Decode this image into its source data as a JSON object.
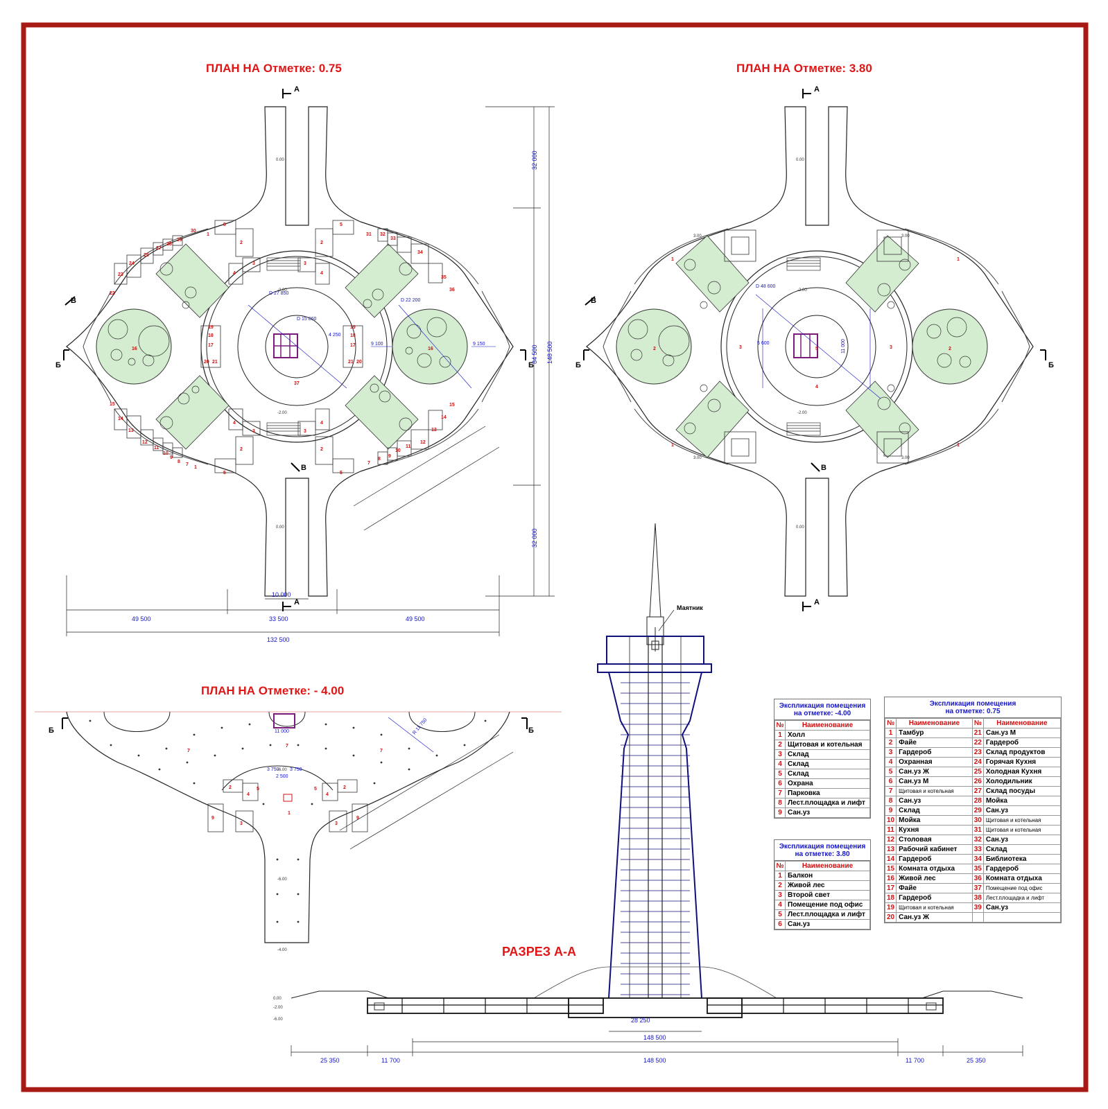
{
  "titles": {
    "plan_075": "ПЛАН НА Отметке:   0.75",
    "plan_380": "ПЛАН НА Отметке:   3.80",
    "plan_400": "ПЛАН НА Отметке:   - 4.00",
    "section": "РАЗРЕЗ А-А"
  },
  "section_labels": {
    "a": "А",
    "b": "Б",
    "v": "В"
  },
  "pendulum_label": "Маятник",
  "dims_plan075": {
    "d1": "49 500",
    "d2": "33 500",
    "d3": "49 500",
    "total": "132 500",
    "center": "10 000",
    "v1": "32 000",
    "v2": "84 500",
    "v3": "32 000",
    "vtotal": "148 500",
    "diam1": "D 27 850",
    "diam2": "D 15 860",
    "diam3": "D 22 200",
    "r1": "9 100",
    "r2": "9 150",
    "r3": "4 250"
  },
  "dims_plan380": {
    "diam": "D 48 600",
    "w1": "11 000",
    "w2": "5 600"
  },
  "dims_plan400": {
    "w": "11 000",
    "a": "3 750",
    "b": "3 750",
    "c": "2 500",
    "r": "R 11 750"
  },
  "dims_section": {
    "core": "28 250",
    "mid": "148 500",
    "total": "148 500",
    "l1": "25 350",
    "l2": "11 700",
    "r2": "11 700",
    "r1": "25 350"
  },
  "levels": {
    "l0": "0.00",
    "l200": "-2.00",
    "l400": "-4.00",
    "l600": "-6.00",
    "l300": "3.00"
  },
  "legend_400": {
    "caption1": "Экспликация помещения",
    "caption2": "на отметке: -4.00",
    "head_no": "№",
    "head_name": "Наименование",
    "rows": [
      {
        "n": "1",
        "name": "Холл"
      },
      {
        "n": "2",
        "name": "Щитовая и котельная"
      },
      {
        "n": "3",
        "name": "Склад"
      },
      {
        "n": "4",
        "name": "Склад"
      },
      {
        "n": "5",
        "name": "Склад"
      },
      {
        "n": "6",
        "name": "Охрана"
      },
      {
        "n": "7",
        "name": "Парковка"
      },
      {
        "n": "8",
        "name": "Лест.площадка и лифт"
      },
      {
        "n": "9",
        "name": "Сан.уз"
      }
    ]
  },
  "legend_380": {
    "caption1": "Экспликация помещения",
    "caption2": "на отметке: 3.80",
    "head_no": "№",
    "head_name": "Наименование",
    "rows": [
      {
        "n": "1",
        "name": "Балкон"
      },
      {
        "n": "2",
        "name": "Живой лес"
      },
      {
        "n": "3",
        "name": "Второй свет"
      },
      {
        "n": "4",
        "name": "Помещение под офис"
      },
      {
        "n": "5",
        "name": "Лест.площадка и лифт"
      },
      {
        "n": "6",
        "name": "Сан.уз"
      }
    ]
  },
  "legend_075": {
    "caption1": "Экспликация помещения",
    "caption2": "на отметке: 0.75",
    "head_no": "№",
    "head_name": "Наименование",
    "rows": [
      {
        "n1": "1",
        "a": "Тамбур",
        "n2": "21",
        "b": "Сан.уз М"
      },
      {
        "n1": "2",
        "a": "Файе",
        "n2": "22",
        "b": "Гардероб"
      },
      {
        "n1": "3",
        "a": "Гардероб",
        "n2": "23",
        "b": "Склад продуктов"
      },
      {
        "n1": "4",
        "a": "Охранная",
        "n2": "24",
        "b": "Горячая Кухня"
      },
      {
        "n1": "5",
        "a": "Сан.уз Ж",
        "n2": "25",
        "b": "Холодная Кухня"
      },
      {
        "n1": "6",
        "a": "Сан.уз М",
        "n2": "26",
        "b": "Холодильник"
      },
      {
        "n1": "7",
        "a": "Щитовая и котельная",
        "n2": "27",
        "b": "Склад посуды"
      },
      {
        "n1": "8",
        "a": "Сан.уз",
        "n2": "28",
        "b": "Мойка"
      },
      {
        "n1": "9",
        "a": "Склад",
        "n2": "29",
        "b": "Сан.уз"
      },
      {
        "n1": "10",
        "a": "Мойка",
        "n2": "30",
        "b": "Щитовая и котельная"
      },
      {
        "n1": "11",
        "a": "Кухня",
        "n2": "31",
        "b": "Щитовая и котельная"
      },
      {
        "n1": "12",
        "a": "Столовая",
        "n2": "32",
        "b": "Сан.уз"
      },
      {
        "n1": "13",
        "a": "Рабочий кабинет",
        "n2": "33",
        "b": "Склад"
      },
      {
        "n1": "14",
        "a": "Гардероб",
        "n2": "34",
        "b": "Библиотека"
      },
      {
        "n1": "15",
        "a": "Комната отдыха",
        "n2": "35",
        "b": "Гардероб"
      },
      {
        "n1": "16",
        "a": "Живой лес",
        "n2": "36",
        "b": "Комната отдыха"
      },
      {
        "n1": "17",
        "a": "Файе",
        "n2": "37",
        "b": "Помещение под офис"
      },
      {
        "n1": "18",
        "a": "Гардероб",
        "n2": "38",
        "b": "Лест.площадка и лифт"
      },
      {
        "n1": "19",
        "a": "Щитовая и котельная",
        "n2": "39",
        "b": "Сан.уз"
      },
      {
        "n1": "20",
        "a": "Сан.уз Ж",
        "n2": "",
        "b": ""
      }
    ]
  },
  "colors": {
    "frame": "#a81a14",
    "title_red": "#e01616",
    "dim_blue": "#1414c8",
    "garden": "#d4ecd0",
    "tower": "#10107a"
  }
}
